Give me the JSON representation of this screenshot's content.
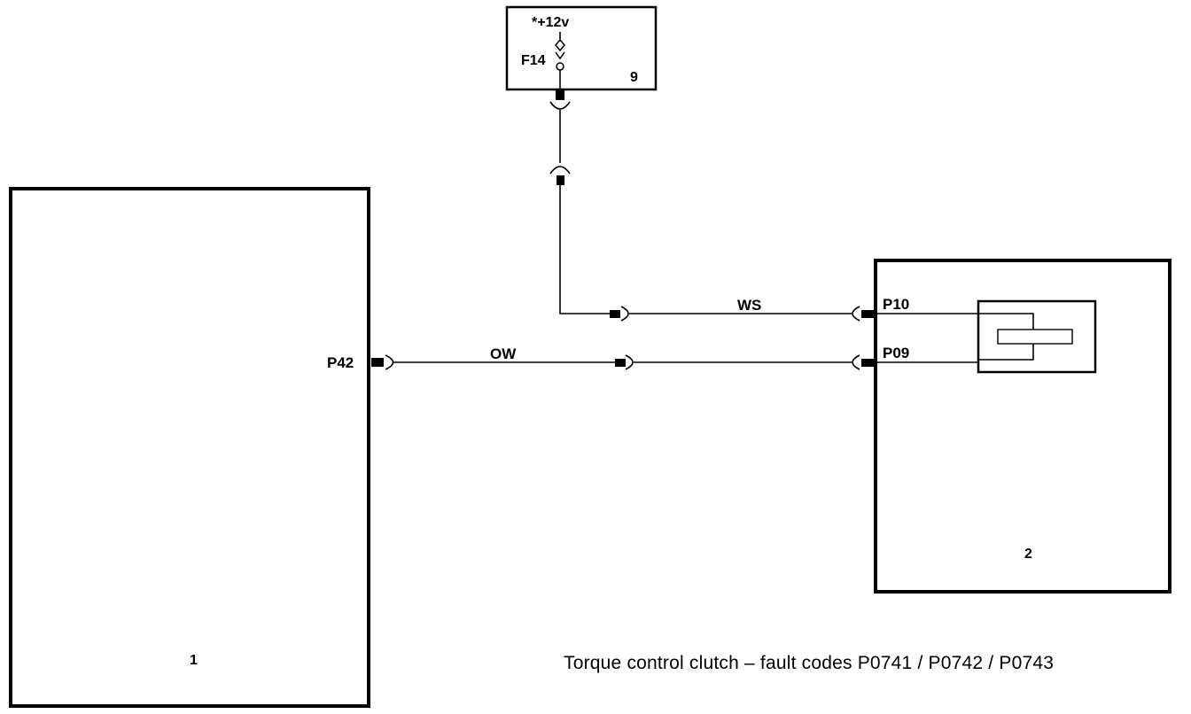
{
  "diagram": {
    "components": {
      "module_1": {
        "label": "1"
      },
      "module_2": {
        "label": "2"
      },
      "fuse_box": {
        "label": "9",
        "supply": "*+12v",
        "fuse": "F14"
      }
    },
    "pins": {
      "p42": "P42",
      "p10": "P10",
      "p09": "P09"
    },
    "wires": {
      "ws": "WS",
      "ow": "OW"
    },
    "caption": "Torque control clutch – fault codes P0741 / P0742 / P0743"
  }
}
